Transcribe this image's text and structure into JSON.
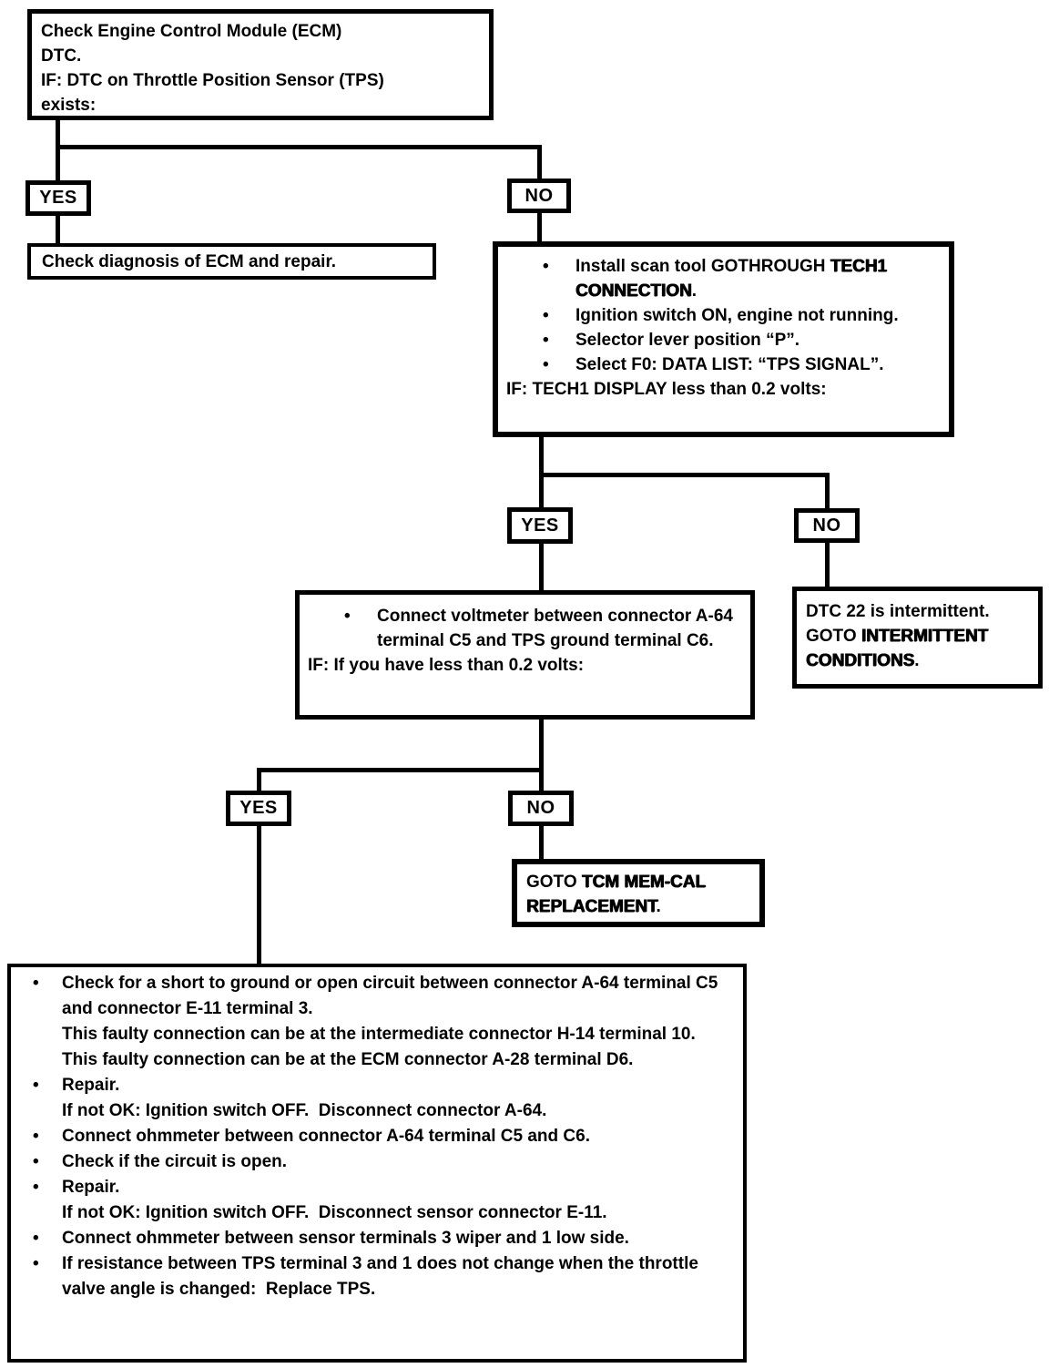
{
  "glyphs": {
    "bullet": "•"
  },
  "labels": {
    "yes": "YES",
    "no": "NO"
  },
  "nodes": {
    "start": {
      "lines": [
        "Check Engine Control Module (ECM)",
        "DTC.",
        "IF: DTC on Throttle Position Sensor (TPS)",
        "exists:"
      ]
    },
    "ecm_repair": {
      "text": "Check diagnosis of ECM and repair."
    },
    "scan_tool": {
      "items": [
        {
          "type": "bullet",
          "segments": [
            {
              "t": "Install scan tool GOTHROUGH "
            },
            {
              "t": "TECH1 CONNECTION",
              "b": true
            },
            {
              "t": "."
            }
          ]
        },
        {
          "type": "bullet",
          "segments": [
            {
              "t": "Ignition switch ON, engine not running."
            }
          ]
        },
        {
          "type": "bullet",
          "segments": [
            {
              "t": "Selector lever position “P”."
            }
          ]
        },
        {
          "type": "bullet",
          "segments": [
            {
              "t": "Select F0: DATA LIST: “TPS SIGNAL”."
            }
          ]
        },
        {
          "type": "plain",
          "segments": [
            {
              "t": "IF: TECH1 DISPLAY less than 0.2 volts:"
            }
          ]
        }
      ]
    },
    "voltmeter": {
      "items": [
        {
          "type": "bullet",
          "segments": [
            {
              "t": "Connect voltmeter between connector A-64 terminal C5 and TPS ground terminal C6."
            }
          ]
        },
        {
          "type": "plain",
          "segments": [
            {
              "t": "IF: If you have less than 0.2 volts:"
            }
          ]
        }
      ]
    },
    "intermittent": {
      "items": [
        {
          "type": "plain",
          "segments": [
            {
              "t": "DTC 22 is intermittent."
            }
          ]
        },
        {
          "type": "plain",
          "segments": [
            {
              "t": "GOTO "
            },
            {
              "t": "INTERMITTENT CONDITIONS",
              "b": true
            },
            {
              "t": "."
            }
          ]
        }
      ]
    },
    "memcal": {
      "items": [
        {
          "type": "plain",
          "segments": [
            {
              "t": "GOTO "
            },
            {
              "t": "TCM MEM-CAL REPLACEMENT",
              "b": true
            },
            {
              "t": "."
            }
          ]
        }
      ]
    },
    "final": {
      "items": [
        {
          "type": "bullet",
          "segments": [
            {
              "t": "Check for a short to ground or open circuit between connector A-64 terminal C5 and connector E-11 terminal 3."
            }
          ]
        },
        {
          "type": "cont",
          "segments": [
            {
              "t": "This faulty connection can be at the intermediate connector H-14 terminal 10. This faulty connection can be at the ECM connector A-28 terminal D6."
            }
          ]
        },
        {
          "type": "bullet",
          "segments": [
            {
              "t": "Repair."
            }
          ]
        },
        {
          "type": "cont",
          "segments": [
            {
              "t": "If not OK: Ignition switch OFF.  Disconnect connector A-64."
            }
          ]
        },
        {
          "type": "bullet",
          "segments": [
            {
              "t": "Connect ohmmeter between connector A-64 terminal C5 and C6."
            }
          ]
        },
        {
          "type": "bullet",
          "segments": [
            {
              "t": "Check if the circuit is open."
            }
          ]
        },
        {
          "type": "bullet",
          "segments": [
            {
              "t": "Repair."
            }
          ]
        },
        {
          "type": "cont",
          "segments": [
            {
              "t": "If not OK: Ignition switch OFF.  Disconnect sensor connector E-11."
            }
          ]
        },
        {
          "type": "bullet",
          "segments": [
            {
              "t": "Connect ohmmeter between sensor terminals 3 wiper and 1 low side."
            }
          ]
        },
        {
          "type": "bullet",
          "segments": [
            {
              "t": "If resistance between TPS terminal 3 and 1 does not change when the throttle valve angle is changed:  Replace TPS."
            }
          ]
        }
      ]
    }
  }
}
